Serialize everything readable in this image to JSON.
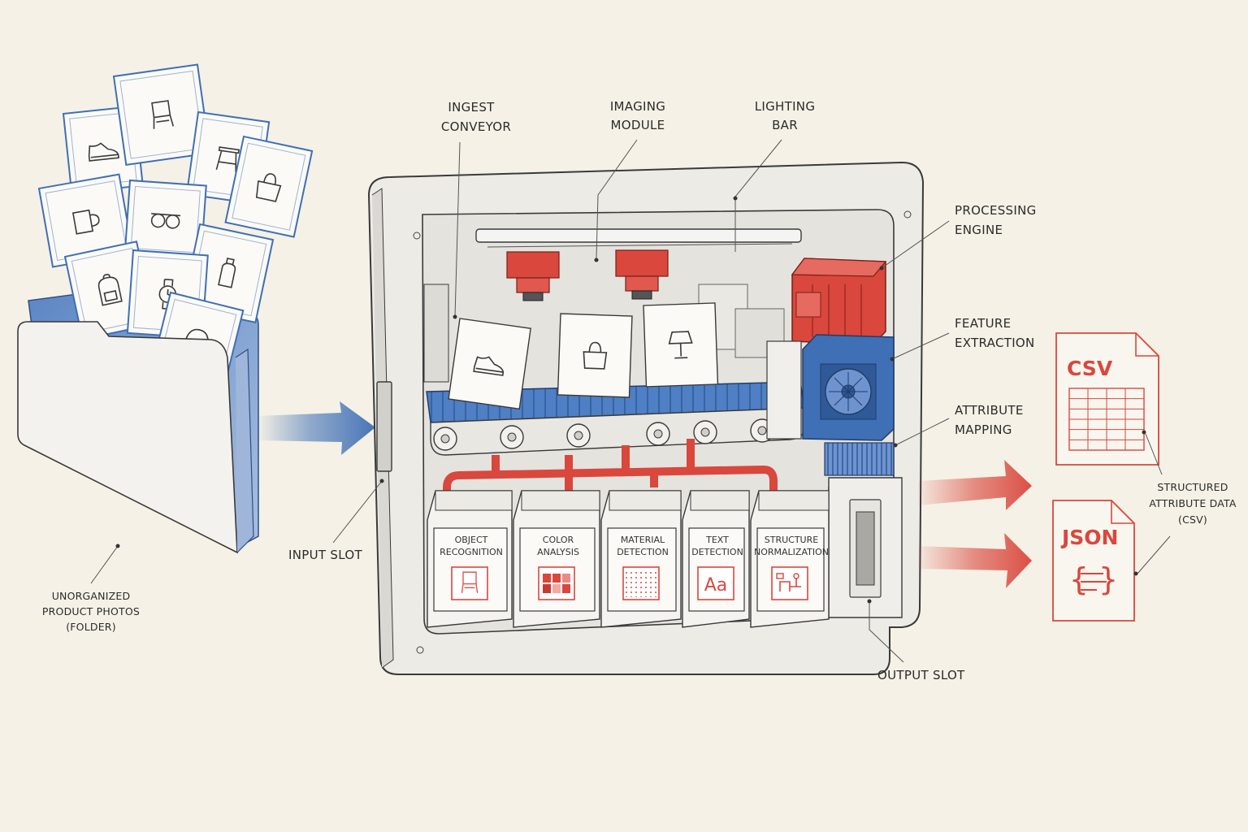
{
  "labels": {
    "ingest_conveyor": [
      "INGEST",
      "CONVEYOR"
    ],
    "imaging_module": [
      "IMAGING",
      "MODULE"
    ],
    "lighting_bar": [
      "LIGHTING",
      "BAR"
    ],
    "processing_engine": [
      "PROCESSING",
      "ENGINE"
    ],
    "feature_extraction": [
      "FEATURE",
      "EXTRACTION"
    ],
    "attribute_mapping": [
      "ATTRIBUTE",
      "MAPPING"
    ],
    "input_slot": "INPUT SLOT",
    "output_slot": "OUTPUT SLOT",
    "folder": [
      "UNORGANIZED",
      "PRODUCT PHOTOS",
      "(FOLDER)"
    ],
    "structured_data": [
      "STRUCTURED",
      "ATTRIBUTE DATA",
      "(CSV)"
    ]
  },
  "modules": [
    {
      "lines": [
        "OBJECT",
        "RECOGNITION"
      ],
      "icon": "chair-icon"
    },
    {
      "lines": [
        "COLOR",
        "ANALYSIS"
      ],
      "icon": "color-swatch-icon"
    },
    {
      "lines": [
        "MATERIAL",
        "DETECTION"
      ],
      "icon": "texture-icon"
    },
    {
      "lines": [
        "TEXT",
        "DETECTION"
      ],
      "icon": "text-icon",
      "glyph": "Aa"
    },
    {
      "lines": [
        "STRUCTURE",
        "NORMALIZATION"
      ],
      "icon": "structure-icon"
    }
  ],
  "outputs": {
    "csv": "CSV",
    "json": "JSON",
    "json_glyph": "{ }"
  },
  "photo_icons": [
    "shoe-icon",
    "chair-icon",
    "stool-icon",
    "handbag-icon",
    "mug-icon",
    "glasses-icon",
    "bottle-icon",
    "backpack-icon",
    "watch-icon",
    "headphones-icon"
  ],
  "conveyor_items": [
    "shoe-icon",
    "handbag-icon",
    "lamp-icon"
  ],
  "colors": {
    "paper": "#f5f1e6",
    "ink": "#3a3a3a",
    "blue": "#3f6fb5",
    "red": "#d9473d",
    "machine": "#ecebe6"
  }
}
